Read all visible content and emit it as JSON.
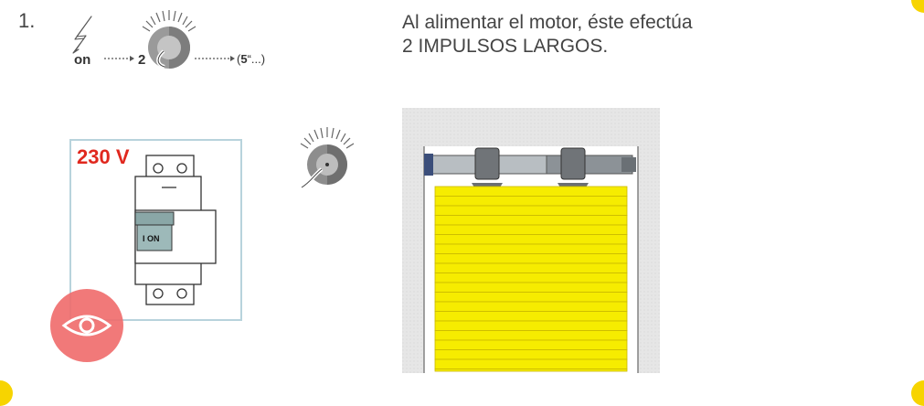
{
  "step": {
    "number": "1.",
    "instruction_line1": "Al alimentar el motor, éste efectúa",
    "instruction_line2": "2 IMPULSOS LARGOS."
  },
  "sequence": {
    "power_label": "on",
    "pulse_count": "2",
    "duration_value": "5",
    "duration_unit": "“...",
    "duration_open": "(",
    "duration_close": ")"
  },
  "breaker": {
    "voltage_label": "230 V",
    "switch_label": "I ON"
  },
  "colors": {
    "accent_yellow": "#f7d400",
    "voltage_red": "#e0281e",
    "eye_badge": "#f06a6a",
    "shutter_yellow": "#f6ec00",
    "panel_border": "#b8d3dc",
    "wall_gray": "#e6e6e6"
  },
  "icons": [
    "power-zigzag-icon",
    "motor-head-icon",
    "eye-icon"
  ]
}
